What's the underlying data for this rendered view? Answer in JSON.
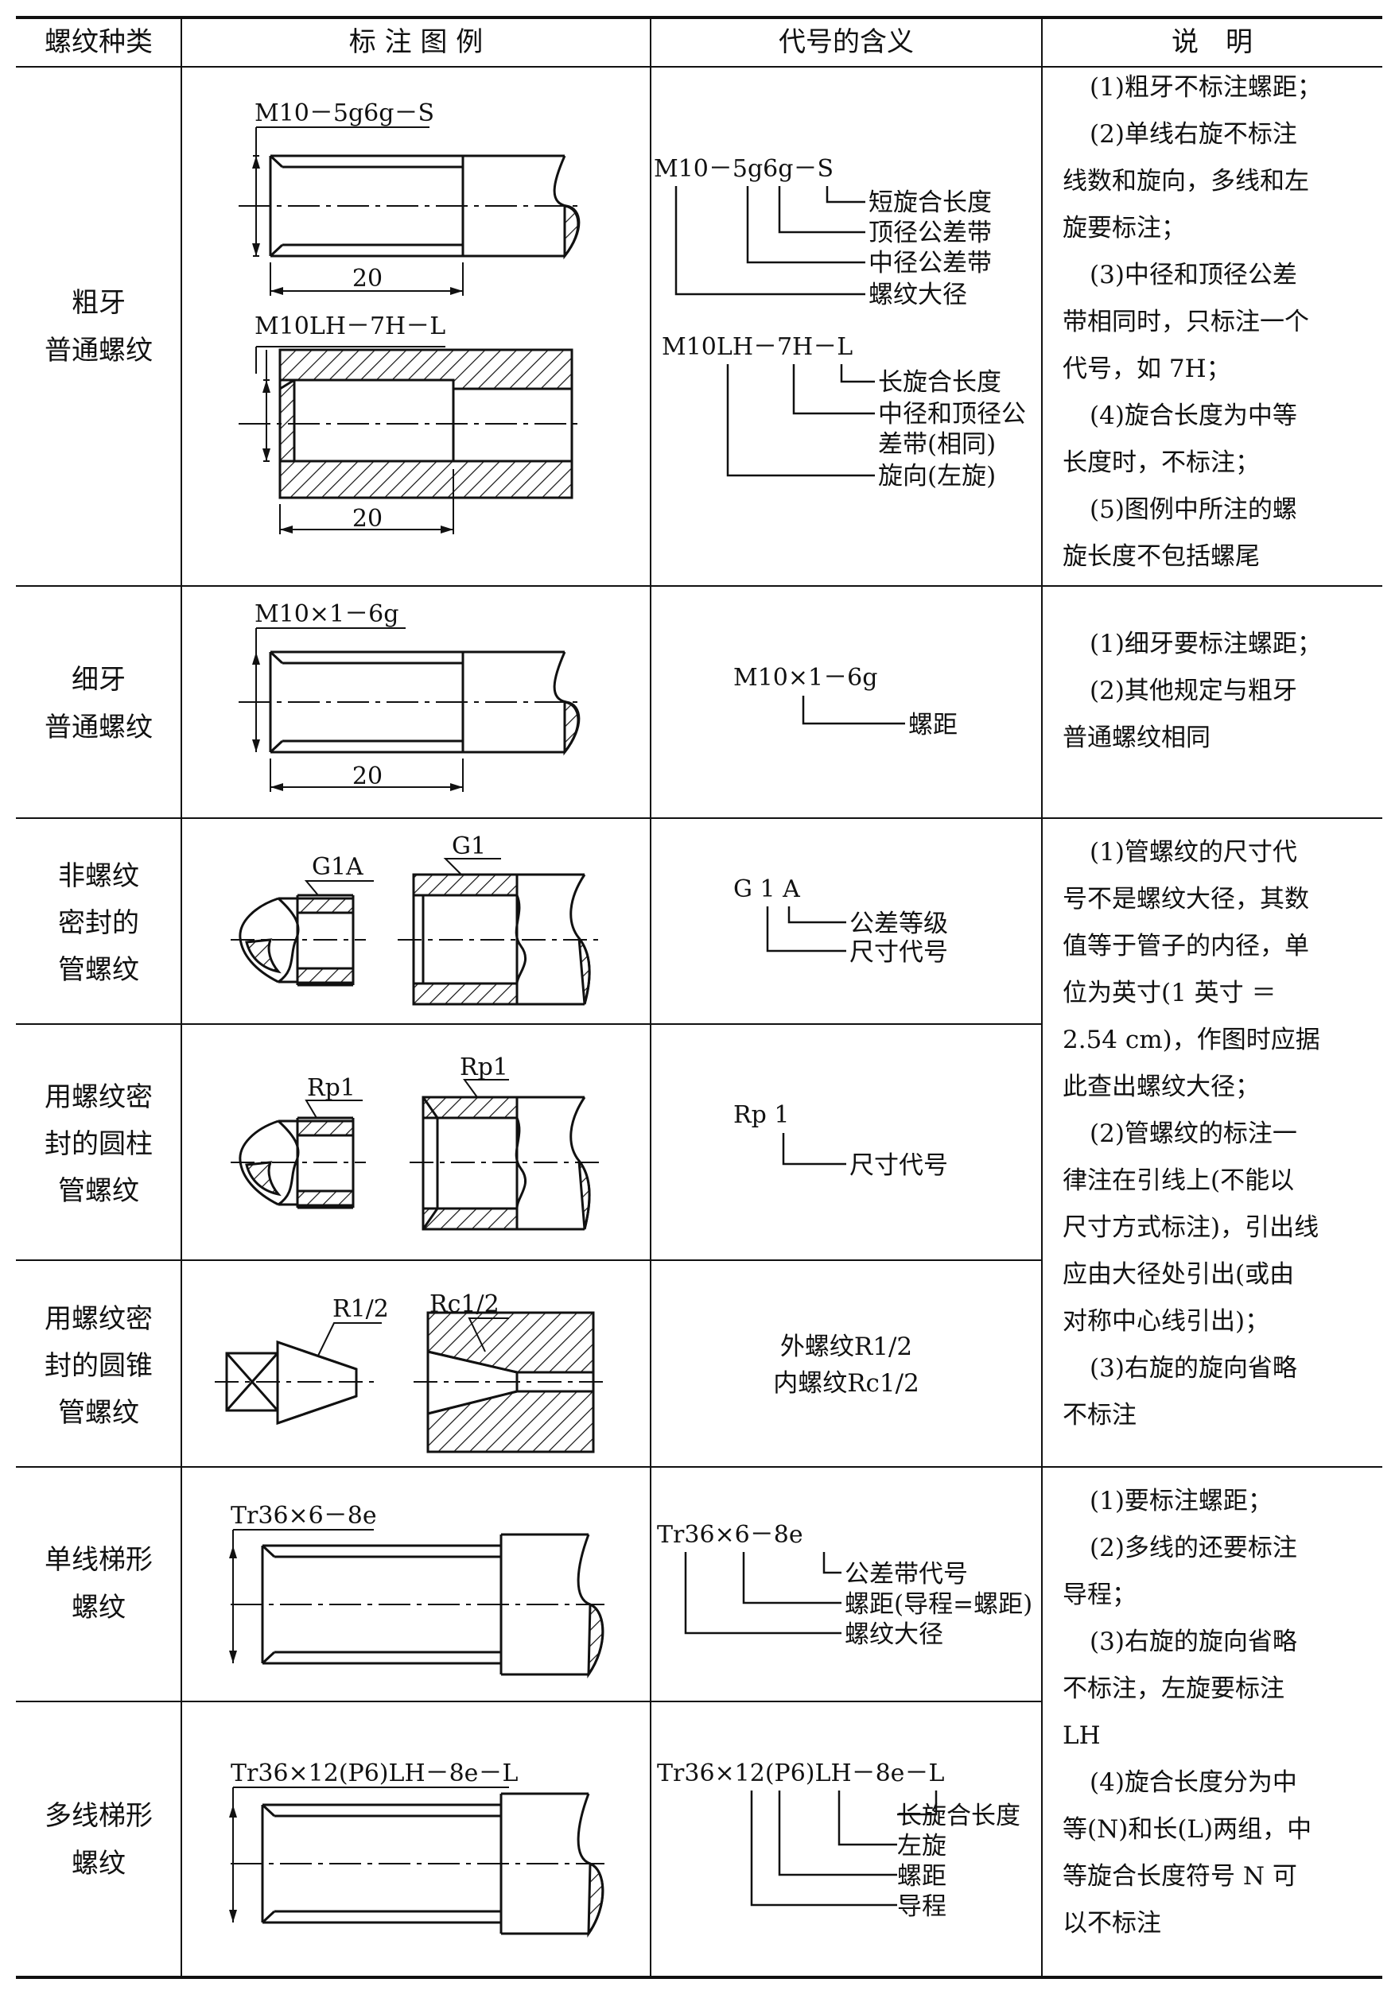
{
  "headers": [
    "螺纹种类",
    "标 注 图 例",
    "代号的含义",
    "说　明"
  ],
  "rows": [
    {
      "category": [
        "粗牙",
        "普通螺纹"
      ],
      "figure_labels": {
        "ext": "M10－5g6g－S",
        "int": "M10LH－7H－L",
        "dim_ext": "20",
        "dim_int": "20"
      },
      "code1": {
        "text": "M10－5g6g－S",
        "items": [
          "短旋合长度",
          "顶径公差带",
          "中径公差带",
          "螺纹大径"
        ]
      },
      "code2": {
        "text": "M10LH－7H－L",
        "items": [
          "长旋合长度",
          "中径和顶径公",
          "差带(相同)",
          "旋向(左旋)"
        ]
      }
    },
    {
      "category": [
        "细牙",
        "普通螺纹"
      ],
      "figure_labels": {
        "ext": "M10×1－6g",
        "dim_ext": "20"
      },
      "code1": {
        "text": "M10×1－6g",
        "items": [
          "螺距"
        ]
      }
    },
    {
      "category": [
        "非螺纹",
        "密封的",
        "管螺纹"
      ],
      "figure_labels": {
        "ext": "G1A",
        "int": "G1"
      },
      "code1": {
        "text": "G 1 A",
        "items": [
          "公差等级",
          "尺寸代号"
        ]
      }
    },
    {
      "category": [
        "用螺纹密",
        "封的圆柱",
        "管螺纹"
      ],
      "figure_labels": {
        "ext": "Rp1",
        "int": "Rp1"
      },
      "code1": {
        "text": "Rp 1",
        "items": [
          "尺寸代号"
        ]
      }
    },
    {
      "category": [
        "用螺纹密",
        "封的圆锥",
        "管螺纹"
      ],
      "figure_labels": {
        "ext": "R1/2",
        "int": "Rc1/2"
      },
      "code_plain": [
        "外螺纹R1/2",
        "内螺纹Rc1/2"
      ]
    },
    {
      "category": [
        "单线梯形",
        "螺纹"
      ],
      "figure_labels": {
        "ext": "Tr36×6－8e"
      },
      "code1": {
        "text": "Tr36×6－8e",
        "items": [
          "公差带代号",
          "螺距(导程=螺距)",
          "螺纹大径"
        ]
      }
    },
    {
      "category": [
        "多线梯形",
        "螺纹"
      ],
      "figure_labels": {
        "ext": "Tr36×12(P6)LH－8e－L"
      },
      "code1": {
        "text": "Tr36×12(P6)LH－8e－L",
        "items": [
          "长旋合长度",
          "左旋",
          "螺距",
          "导程"
        ]
      }
    }
  ],
  "notes": {
    "coarse": [
      "(1)粗牙不标注螺距；",
      "(2)单线右旋不标注",
      "线数和旋向，多线和左",
      "旋要标注；",
      "(3)中径和顶径公差",
      "带相同时，只标注一个",
      "代号，如 7H；",
      "(4)旋合长度为中等",
      "长度时，不标注；",
      "(5)图例中所注的螺",
      "旋长度不包括螺尾"
    ],
    "fine": [
      "(1)细牙要标注螺距；",
      "(2)其他规定与粗牙",
      "普通螺纹相同"
    ],
    "pipe": [
      "(1)管螺纹的尺寸代",
      "号不是螺纹大径，其数",
      "值等于管子的内径，单",
      "位为英寸(1 英寸 ＝",
      "2.54 cm)，作图时应据",
      "此查出螺纹大径；",
      "(2)管螺纹的标注一",
      "律注在引线上(不能以",
      "尺寸方式标注)，引出线",
      "应由大径处引出(或由",
      "对称中心线引出)；",
      "(3)右旋的旋向省略",
      "不标注"
    ],
    "trap": [
      "(1)要标注螺距；",
      "(2)多线的还要标注",
      "导程；",
      "(3)右旋的旋向省略",
      "不标注，左旋要标注",
      "LH",
      "(4)旋合长度分为中",
      "等(N)和长(L)两组，中",
      "等旋合长度符号 N 可",
      "以不标注"
    ]
  }
}
